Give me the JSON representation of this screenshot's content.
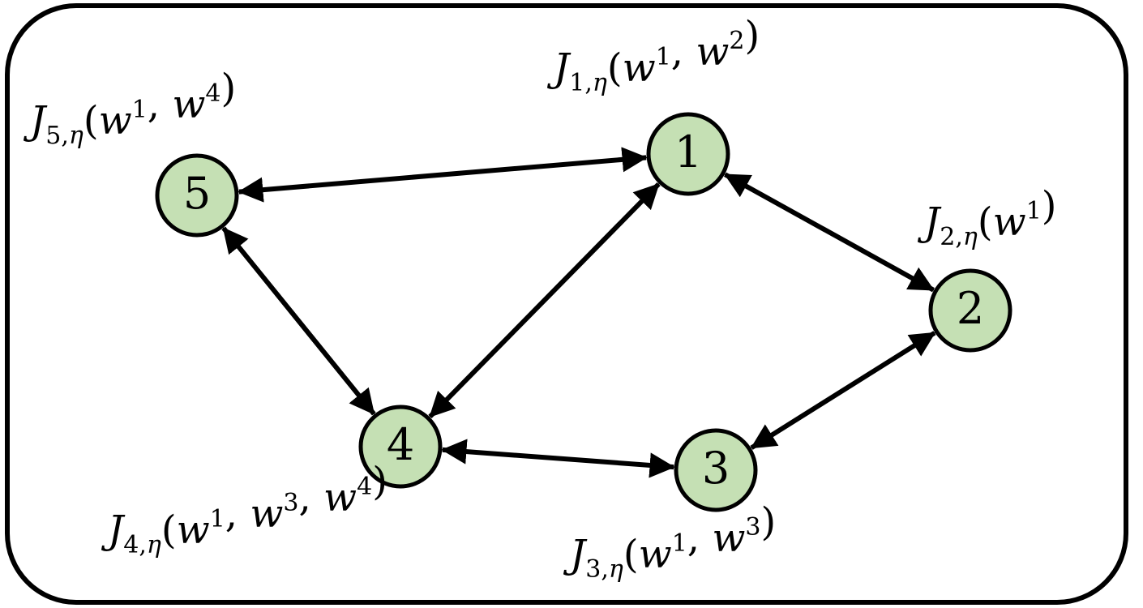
{
  "colors": {
    "node_fill": "#c5e0b4",
    "stroke": "#000000",
    "background": "#ffffff"
  },
  "nodes": [
    {
      "id": "1",
      "label": "1",
      "cost": {
        "fn": "J",
        "index": "1",
        "param": "η",
        "args": [
          {
            "base": "w",
            "sup": "1"
          },
          {
            "base": "w",
            "sup": "2"
          }
        ]
      }
    },
    {
      "id": "2",
      "label": "2",
      "cost": {
        "fn": "J",
        "index": "2",
        "param": "η",
        "args": [
          {
            "base": "w",
            "sup": "1"
          }
        ]
      }
    },
    {
      "id": "3",
      "label": "3",
      "cost": {
        "fn": "J",
        "index": "3",
        "param": "η",
        "args": [
          {
            "base": "w",
            "sup": "1"
          },
          {
            "base": "w",
            "sup": "3"
          }
        ]
      }
    },
    {
      "id": "4",
      "label": "4",
      "cost": {
        "fn": "J",
        "index": "4",
        "param": "η",
        "args": [
          {
            "base": "w",
            "sup": "1"
          },
          {
            "base": "w",
            "sup": "3"
          },
          {
            "base": "w",
            "sup": "4"
          }
        ]
      }
    },
    {
      "id": "5",
      "label": "5",
      "cost": {
        "fn": "J",
        "index": "5",
        "param": "η",
        "args": [
          {
            "base": "w",
            "sup": "1"
          },
          {
            "base": "w",
            "sup": "4"
          }
        ]
      }
    }
  ],
  "edges": [
    {
      "from": "1",
      "to": "5",
      "direction": "both"
    },
    {
      "from": "1",
      "to": "2",
      "direction": "both"
    },
    {
      "from": "1",
      "to": "4",
      "direction": "both"
    },
    {
      "from": "5",
      "to": "4",
      "direction": "both"
    },
    {
      "from": "4",
      "to": "3",
      "direction": "both"
    },
    {
      "from": "3",
      "to": "2",
      "direction": "both"
    }
  ]
}
